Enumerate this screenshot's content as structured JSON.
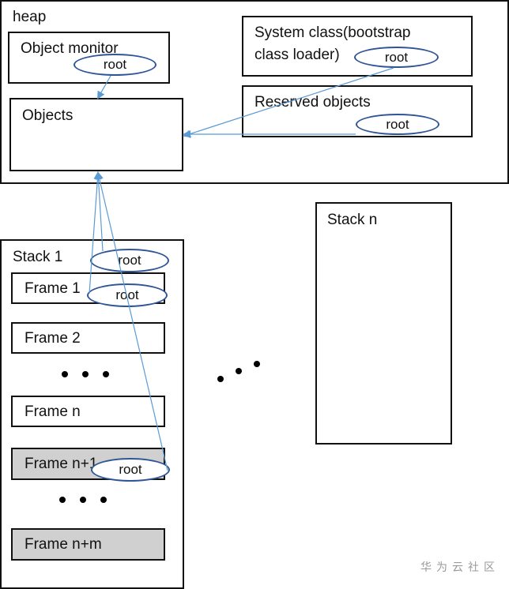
{
  "heap": {
    "label": "heap",
    "object_monitor": {
      "label": "Object monitor",
      "root": "root"
    },
    "objects": {
      "label": "Objects"
    },
    "system_class": {
      "label_line1": "System class(bootstrap",
      "label_line2": "class loader)",
      "root": "root"
    },
    "reserved_objects": {
      "label": "Reserved objects",
      "root": "root"
    }
  },
  "stack1": {
    "label": "Stack 1",
    "root": "root",
    "frames": [
      {
        "label": "Frame 1",
        "root": "root"
      },
      {
        "label": "Frame 2"
      },
      {
        "label": "Frame n"
      },
      {
        "label": "Frame n+1",
        "root": "root"
      },
      {
        "label": "Frame n+m"
      }
    ]
  },
  "stackn": {
    "label": "Stack n"
  },
  "watermark": "华为云社区",
  "colors": {
    "arrow": "#5b9bd5",
    "ellipse_border": "#2f5597",
    "gray_frame": "#d0d0d0"
  }
}
